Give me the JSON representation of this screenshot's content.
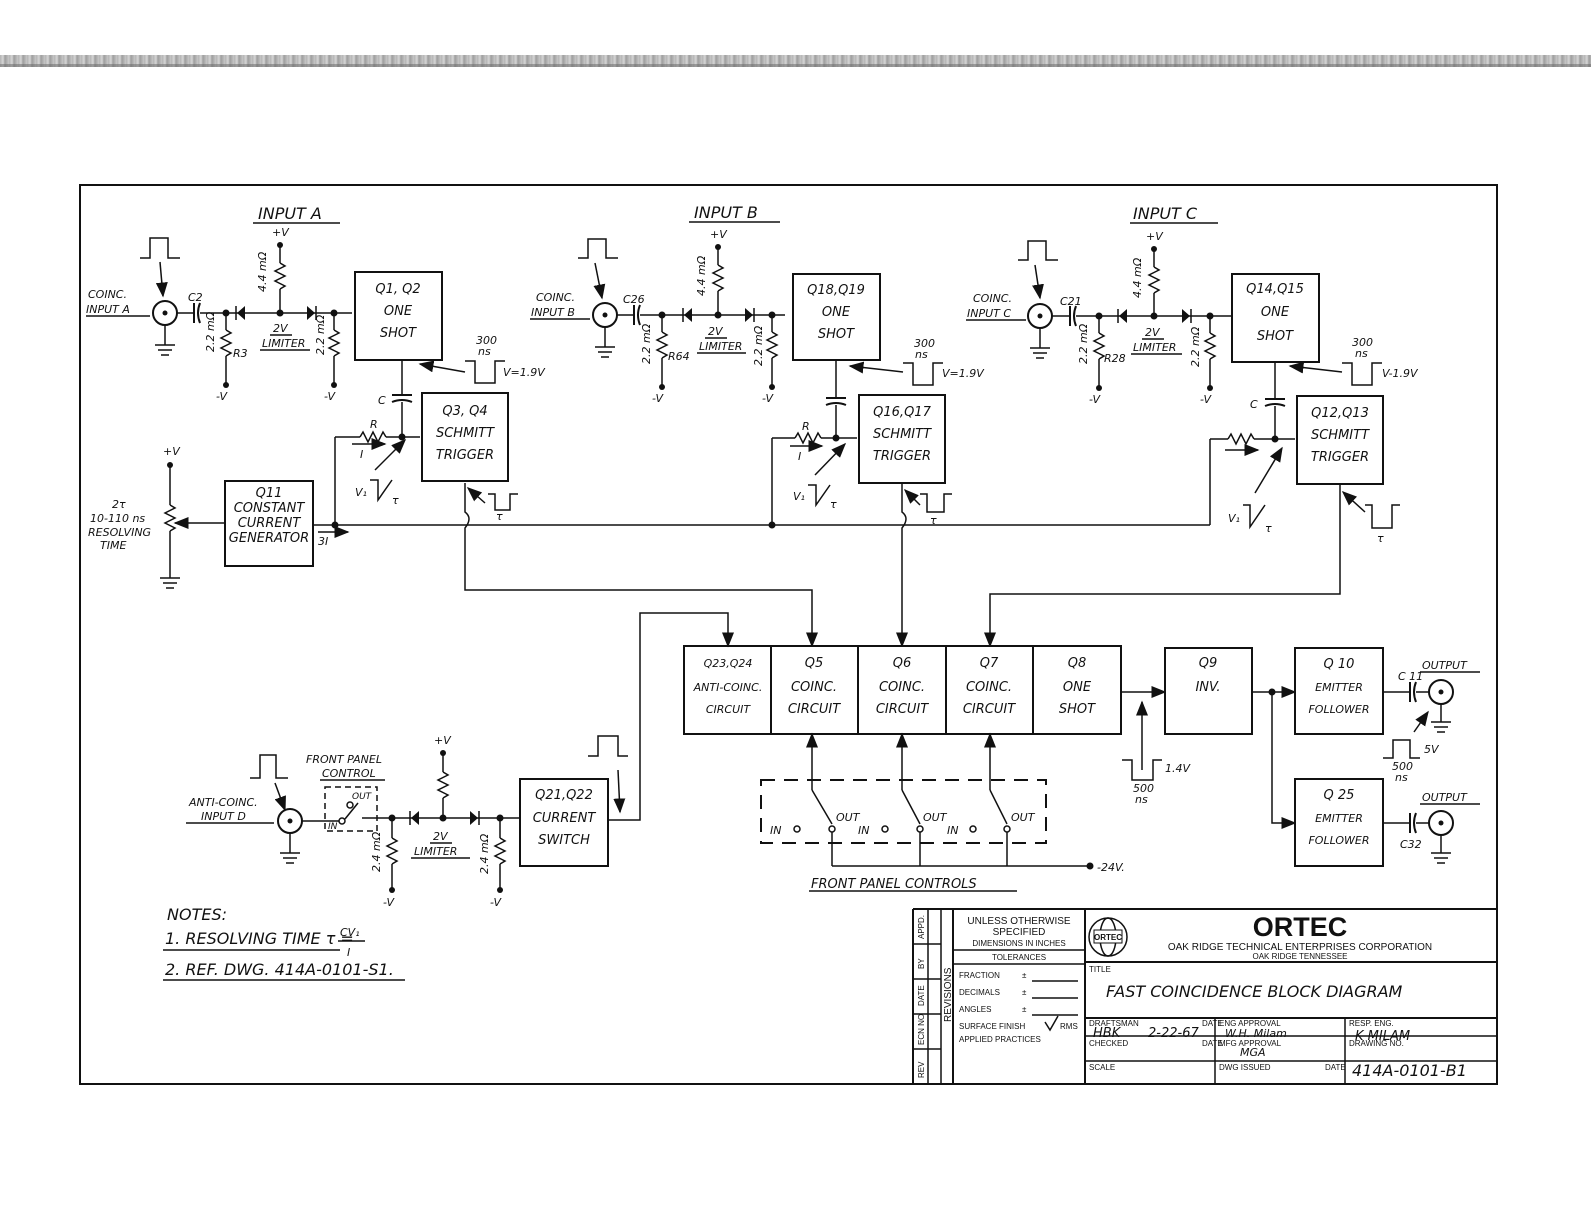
{
  "inputs": {
    "a": {
      "title": "INPUT A",
      "conn1": "COINC.",
      "conn2": "INPUT A",
      "cap": "C2",
      "res_shunt": "2.2 mΩ",
      "res_label": "R3",
      "res_bias": "4.4 mΩ",
      "limiter": "2V",
      "limiter2": "LIMITER",
      "res_shunt2": "2.2 mΩ",
      "supply_pos": "+V",
      "supply_neg": "-V",
      "supply_neg2": "-V"
    },
    "b": {
      "title": "INPUT B",
      "conn1": "COINC.",
      "conn2": "INPUT B",
      "cap": "C26",
      "res_shunt": "2.2 mΩ",
      "res_label": "R64",
      "res_bias": "4.4 mΩ",
      "limiter": "2V",
      "limiter2": "LIMITER",
      "res_shunt2": "2.2 mΩ",
      "supply_pos": "+V",
      "supply_neg": "-V",
      "supply_neg2": "-V"
    },
    "c": {
      "title": "INPUT C",
      "conn1": "COINC.",
      "conn2": "INPUT C",
      "cap": "C21",
      "res_shunt": "2.2 mΩ",
      "res_label": "R28",
      "res_bias": "4.4 mΩ",
      "limiter": "2V",
      "limiter2": "LIMITER",
      "res_shunt2": "2.2 mΩ",
      "supply_pos": "+V",
      "supply_neg": "-V",
      "supply_neg2": "-V"
    },
    "d": {
      "conn1": "ANTI-COINC.",
      "conn2": "INPUT D",
      "fp1": "FRONT PANEL",
      "fp2": "CONTROL",
      "out": "OUT",
      "in": "IN",
      "res_bias": "2.4 mΩ",
      "res_bias2": "2.4 mΩ",
      "limiter": "2V",
      "limiter2": "LIMITER",
      "supply_pos": "+V",
      "supply_neg": "-V",
      "supply_neg2": "-V"
    }
  },
  "blocks": {
    "q1q2": [
      "Q1, Q2",
      "ONE",
      "SHOT"
    ],
    "q18q19": [
      "Q18,Q19",
      "ONE",
      "SHOT"
    ],
    "q14q15": [
      "Q14,Q15",
      "ONE",
      "SHOT"
    ],
    "q3q4": [
      "Q3, Q4",
      "SCHMITT",
      "TRIGGER"
    ],
    "q16q17": [
      "Q16,Q17",
      "SCHMITT",
      "TRIGGER"
    ],
    "q12q13": [
      "Q12,Q13",
      "SCHMITT",
      "TRIGGER"
    ],
    "q11": [
      "Q11",
      "CONSTANT",
      "CURRENT",
      "GENERATOR"
    ],
    "q23q24": [
      "Q23,Q24",
      "ANTI-COINC.",
      "CIRCUIT"
    ],
    "q5": [
      "Q5",
      "COINC.",
      "CIRCUIT"
    ],
    "q6": [
      "Q6",
      "COINC.",
      "CIRCUIT"
    ],
    "q7": [
      "Q7",
      "COINC.",
      "CIRCUIT"
    ],
    "q8": [
      "Q8",
      "ONE",
      "SHOT"
    ],
    "q9": [
      "Q9",
      "INV."
    ],
    "q10": [
      "Q 10",
      "EMITTER",
      "FOLLOWER"
    ],
    "q25": [
      "Q 25",
      "EMITTER",
      "FOLLOWER"
    ],
    "q21q22": [
      "Q21,Q22",
      "CURRENT",
      "SWITCH"
    ]
  },
  "labels": {
    "pulse_300": "300",
    "ns": "ns",
    "v19": "V=1.9V",
    "v19c": "V-1.9V",
    "cap_c": "C",
    "r": "R",
    "i": "I",
    "v1": "V₁",
    "tau": "τ",
    "i3": "3I",
    "plus_v": "+V",
    "resolve1": "2τ",
    "resolve2": "10-110 ns",
    "resolve3": "RESOLVING",
    "resolve4": "TIME",
    "out_label": "OUTPUT",
    "c11": "C 11",
    "c32": "C32",
    "p500": "500",
    "v5": "5V",
    "v14": "1.4V",
    "in_o": "IN",
    "out_o": "OUT",
    "minus24": "-24V.",
    "fp_controls": "FRONT PANEL CONTROLS"
  },
  "notes": {
    "title": "NOTES:",
    "n1": "1. RESOLVING TIME τ =",
    "n1_num": "CV₁",
    "n1_den": "I",
    "n2": "2. REF. DWG. 414A-0101-S1."
  },
  "title_block": {
    "rev_cols": [
      "REV",
      "ECN NO",
      "DATE",
      "BY",
      "APPD."
    ],
    "revisions": "REVISIONS",
    "unless1": "UNLESS OTHERWISE",
    "unless2": "SPECIFIED",
    "dims": "DIMENSIONS IN INCHES",
    "tolerances": "TOLERANCES",
    "fraction": "FRACTION",
    "decimals": "DECIMALS",
    "angles": "ANGLES",
    "pm": "±",
    "surface": "SURFACE FINISH",
    "rms": "RMS",
    "applied": "APPLIED PRACTICES",
    "company": "ORTEC",
    "company_full": "OAK RIDGE TECHNICAL ENTERPRISES CORPORATION",
    "location": "OAK RIDGE TENNESSEE",
    "title_label": "TITLE",
    "title": "FAST COINCIDENCE BLOCK DIAGRAM",
    "draftsman_label": "DRAFTSMAN",
    "draftsman": "HBK",
    "date_label": "DATE",
    "draft_date": "2-22-67",
    "eng_approval_label": "ENG APPROVAL",
    "eng_approval": "W.H. Milam",
    "resp_eng_label": "RESP. ENG.",
    "resp_eng": "K MILAM",
    "checked_label": "CHECKED",
    "mfg_approval_label": "MFG APPROVAL",
    "mfg_approval": "MGA",
    "drawing_no_label": "DRAWING NO.",
    "scale_label": "SCALE",
    "dwg_issued_label": "DWG ISSUED",
    "drawing_no": "414A-0101-B1"
  }
}
